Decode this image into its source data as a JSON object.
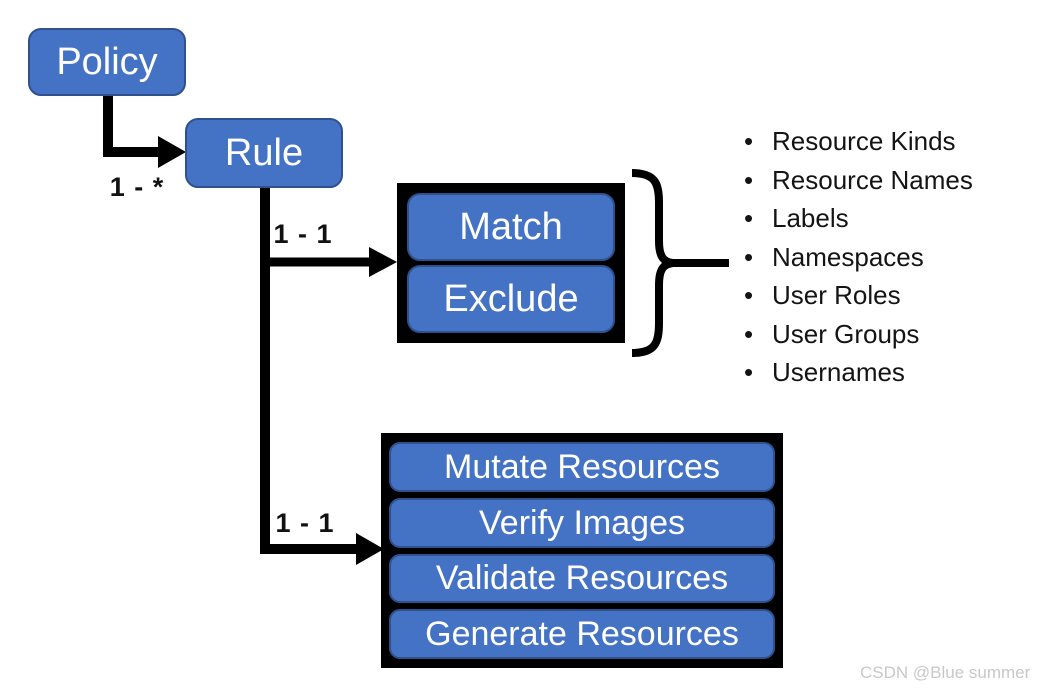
{
  "diagram": {
    "nodes": {
      "policy": {
        "label": "Policy"
      },
      "rule": {
        "label": "Rule"
      },
      "match": {
        "label": "Match"
      },
      "exclude": {
        "label": "Exclude"
      },
      "actions": [
        {
          "label": "Mutate Resources"
        },
        {
          "label": "Verify Images"
        },
        {
          "label": "Validate Resources"
        },
        {
          "label": "Generate Resources"
        }
      ]
    },
    "edges": {
      "policy_to_rule_cardinality": "1 - *",
      "rule_to_match_cardinality": "1 - 1",
      "rule_to_actions_cardinality": "1 - 1"
    },
    "filters": [
      "Resource Kinds",
      "Resource Names",
      "Labels",
      "Namespaces",
      "User Roles",
      "User Groups",
      "Usernames"
    ],
    "colors": {
      "node_fill": "#4472C4",
      "node_border": "#2F528F",
      "node_text": "#ffffff",
      "connector": "#000000",
      "watermark": "#c8c8c8"
    }
  },
  "watermark": "CSDN @Blue summer"
}
